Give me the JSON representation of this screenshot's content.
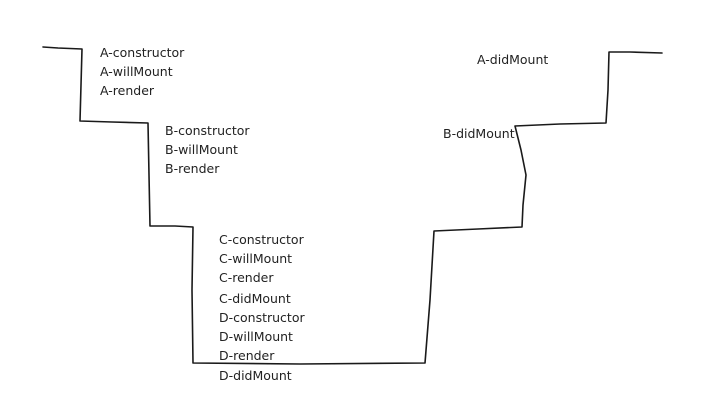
{
  "diagram": {
    "groups": {
      "a": [
        "A-constructor",
        "A-willMount",
        "A-render"
      ],
      "b": [
        "B-constructor",
        "B-willMount",
        "B-render"
      ],
      "cd": [
        "C-constructor",
        "C-willMount",
        "C-render",
        "C-didMount",
        "D-constructor",
        "D-willMount",
        "D-render",
        "D-didMount"
      ]
    },
    "right_labels": {
      "a_did_mount": "A-didMount",
      "b_did_mount": "B-didMount"
    }
  }
}
